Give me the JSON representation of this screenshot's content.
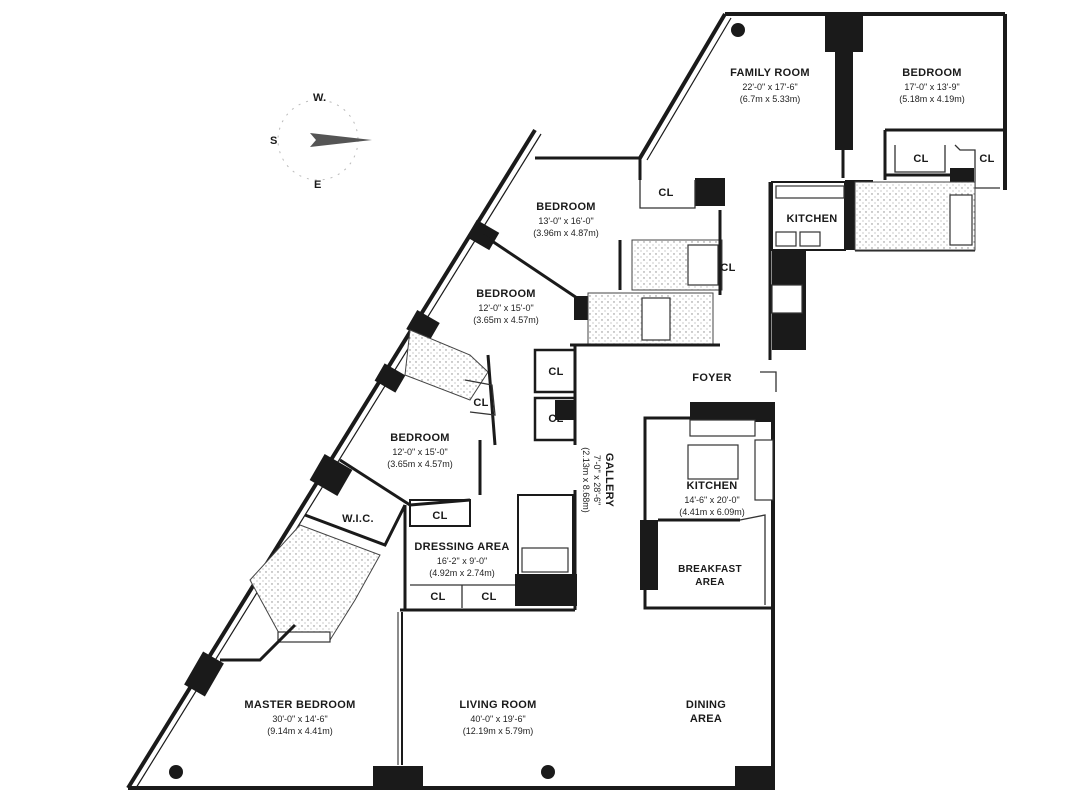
{
  "compass": {
    "w": "W.",
    "s": "S",
    "e": "E"
  },
  "rooms": {
    "family_room": {
      "name": "FAMILY ROOM",
      "dim": "22'-0\" x 17'-6\"",
      "metric": "(6.7m x 5.33m)"
    },
    "bedroom_ne": {
      "name": "BEDROOM",
      "dim": "17'-0\" x 13'-9\"",
      "metric": "(5.18m x 4.19m)"
    },
    "bedroom_1": {
      "name": "BEDROOM",
      "dim": "13'-0\" x 16'-0\"",
      "metric": "(3.96m x 4.87m)"
    },
    "bedroom_2": {
      "name": "BEDROOM",
      "dim": "12'-0\" x 15'-0\"",
      "metric": "(3.65m x 4.57m)"
    },
    "bedroom_3": {
      "name": "BEDROOM",
      "dim": "12'-0\" x 15'-0\"",
      "metric": "(3.65m x 4.57m)"
    },
    "kitchen_small": {
      "name": "KITCHEN"
    },
    "foyer": {
      "name": "FOYER"
    },
    "gallery": {
      "name": "GALLERY",
      "dim": "7'-0\" x 28'-6\"",
      "metric": "(2.13m x 8.68m)"
    },
    "kitchen": {
      "name": "KITCHEN",
      "dim": "14'-6\" x 20'-0\"",
      "metric": "(4.41m x 6.09m)"
    },
    "breakfast": {
      "name": "BREAKFAST",
      "name2": "AREA"
    },
    "wic": {
      "name": "W.I.C."
    },
    "dressing": {
      "name": "DRESSING AREA",
      "dim": "16'-2\" x 9'-0\"",
      "metric": "(4.92m x 2.74m)"
    },
    "master": {
      "name": "MASTER BEDROOM",
      "dim": "30'-0\" x 14'-6\"",
      "metric": "(9.14m x 4.41m)"
    },
    "living": {
      "name": "LIVING ROOM",
      "dim": "40'-0\" x 19'-6\"",
      "metric": "(12.19m x 5.79m)"
    },
    "dining": {
      "name": "DINING",
      "name2": "AREA"
    }
  },
  "closet_label": "CL"
}
